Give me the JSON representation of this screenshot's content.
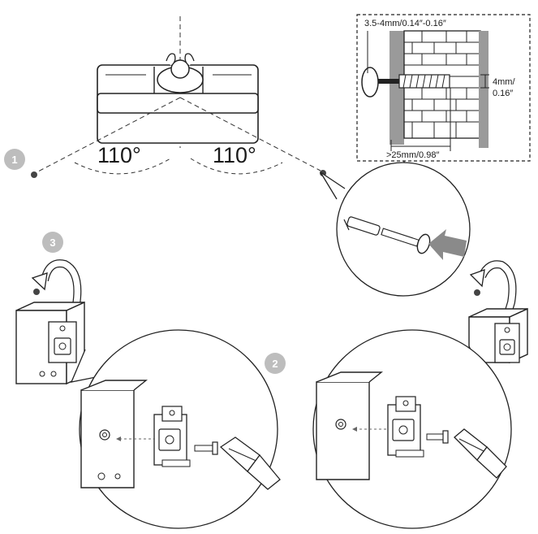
{
  "steps": [
    {
      "number": "1"
    },
    {
      "number": "2"
    },
    {
      "number": "3"
    }
  ],
  "listening_angle": {
    "left": "110°",
    "right": "110°"
  },
  "wall_detail": {
    "screw_length": "3.5-4mm/0.14″-0.16″",
    "screw_diameter_line1": "4mm/",
    "screw_diameter_line2": "0.16″",
    "embed_depth": ">25mm/0.98″"
  },
  "colors": {
    "line": "#1a1a1a",
    "step_badge": "#bdbdbd",
    "arrow_gray": "#8a8a8a",
    "wall_gray": "#9a9a9a"
  },
  "icons": [
    "sofa-icon",
    "listener-icon",
    "speaker-icon",
    "wall-bracket-icon",
    "screwdriver-icon",
    "screw-icon",
    "wall-plug-icon",
    "rotate-arrow-icon",
    "insert-arrow-icon",
    "brick-wall-icon"
  ]
}
